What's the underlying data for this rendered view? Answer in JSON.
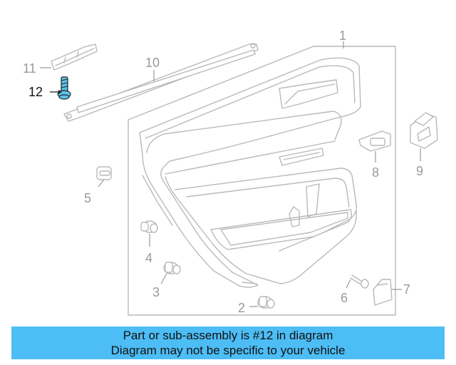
{
  "diagram": {
    "labels": {
      "p1": "1",
      "p2": "2",
      "p3": "3",
      "p4": "4",
      "p5": "5",
      "p6": "6",
      "p7": "7",
      "p8": "8",
      "p9": "9",
      "p10": "10",
      "p11": "11",
      "p12": "12"
    },
    "highlight_part": "12",
    "highlight_color": "#5bc2ea",
    "line_color": "#b9b9b9"
  },
  "banner": {
    "line1": "Part or sub-assembly is #12 in diagram",
    "line2": "Diagram may not be specific to your vehicle",
    "background": "#4dbdf5"
  }
}
